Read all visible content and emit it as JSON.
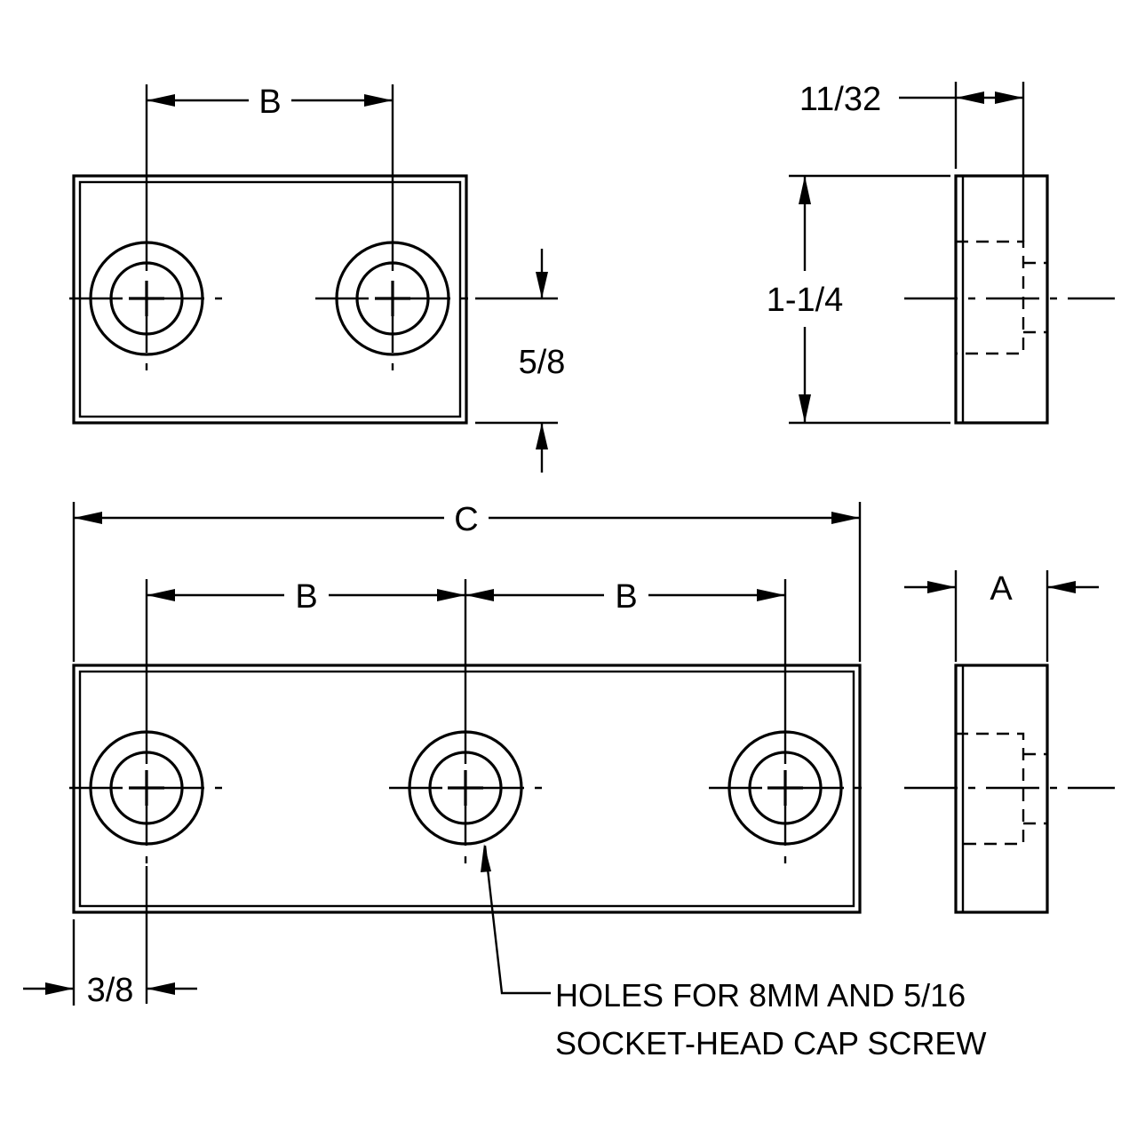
{
  "dimensions": {
    "b_top": "B",
    "thickness_top": "11/32",
    "height": "1-1/4",
    "hole_offset": "5/8",
    "c_overall": "C",
    "b_left": "B",
    "b_right": "B",
    "a_thickness": "A",
    "edge_offset": "3/8"
  },
  "note": {
    "line1": "HOLES FOR 8MM AND 5/16",
    "line2": "SOCKET-HEAD CAP SCREW"
  }
}
